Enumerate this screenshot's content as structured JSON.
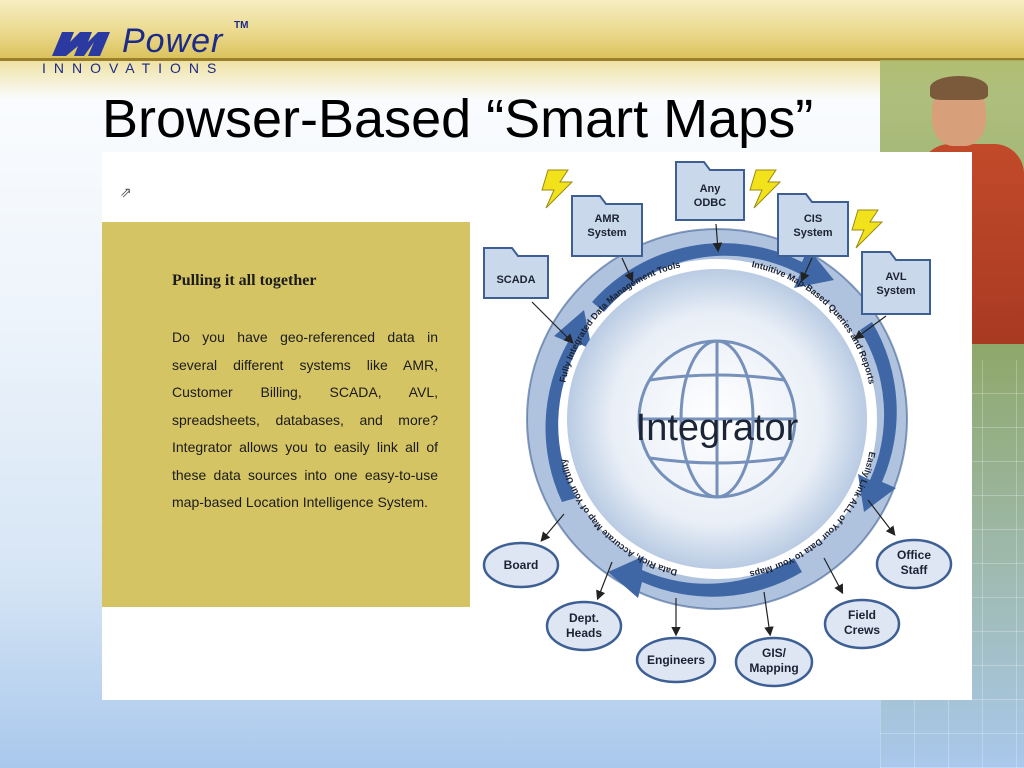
{
  "header": {
    "logo_word": "Power",
    "logo_tm": "TM",
    "logo_sub": "INNOVATIONS",
    "title": "Browser-Based “Smart Maps”"
  },
  "panel": {
    "heading": "Pulling it all together",
    "body": "Do you have geo-referenced data in several different systems like AMR, Customer Billing, SCADA, AVL, spreadsheets, databases, and more? Integrator allows you to easily link all of these data sources into one easy-to-use map-based Location Intelligence System."
  },
  "diagram": {
    "center_label": "Integrator",
    "ring_labels": {
      "top": "Fully Integrated Data Management Tools",
      "right": "Intuitive Map-Based Queries and Reports",
      "bottom": "Easily Link ALL of Your Data to Your Maps",
      "left": "Data Rich, Accurate Map of Your Utility"
    },
    "sources": [
      {
        "line1": "SCADA",
        "line2": ""
      },
      {
        "line1": "AMR",
        "line2": "System"
      },
      {
        "line1": "Any",
        "line2": "ODBC"
      },
      {
        "line1": "CIS",
        "line2": "System"
      },
      {
        "line1": "AVL",
        "line2": "System"
      }
    ],
    "outputs": [
      {
        "line1": "Board",
        "line2": ""
      },
      {
        "line1": "Dept.",
        "line2": "Heads"
      },
      {
        "line1": "Engineers",
        "line2": ""
      },
      {
        "line1": "GIS/",
        "line2": "Mapping"
      },
      {
        "line1": "Field",
        "line2": "Crews"
      },
      {
        "line1": "Office",
        "line2": "Staff"
      }
    ],
    "colors": {
      "ring": "#5f82b6",
      "folder": "#c9d8ea",
      "bolt": "#f2e21c",
      "oval": "#dde6f2"
    }
  }
}
